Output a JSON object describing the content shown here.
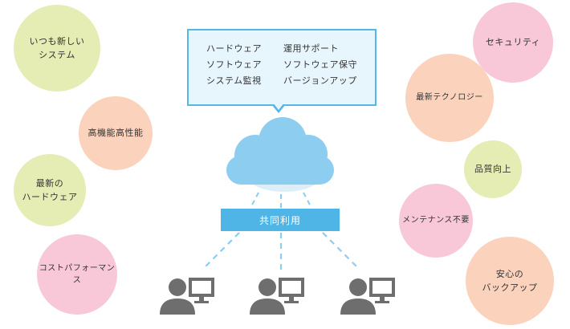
{
  "callout": {
    "items": [
      "ハードウェア",
      "運用サポート",
      "ソフトウェア",
      "ソフトウェア保守",
      "システム監視",
      "バージョンアップ"
    ]
  },
  "banner": {
    "label": "共同利用"
  },
  "left_bubbles": {
    "always_new": "いつも新しい\nシステム",
    "high_performance": "高機能高性能",
    "latest_hardware": "最新の\nハードウェア",
    "cost_performance": "コストパフォーマンス"
  },
  "right_bubbles": {
    "security": "セキュリティ",
    "latest_technology": "最新テクノロジー",
    "quality": "品質向上",
    "maintenance": "メンテナンス不要",
    "backup": "安心の\nバックアップ"
  },
  "colors": {
    "accent_blue": "#4fb5e6",
    "cloud": "#8ccdf0",
    "bubble_green": "#e5ecb4",
    "bubble_orange": "#fbd2bc",
    "bubble_pink": "#f8c8d9",
    "user_gray": "#6e6e6e"
  },
  "icons": [
    "cloud-icon",
    "user-icon",
    "monitor-icon"
  ]
}
